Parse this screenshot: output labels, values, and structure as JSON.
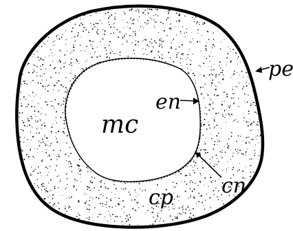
{
  "figure": {
    "labels": {
      "mc": "mc",
      "en": "en",
      "pe": "pe",
      "cp": "cp",
      "cn": "cn"
    },
    "colors": {
      "ink": "#000000",
      "paper": "#ffffff",
      "stipple": "#111111"
    }
  }
}
